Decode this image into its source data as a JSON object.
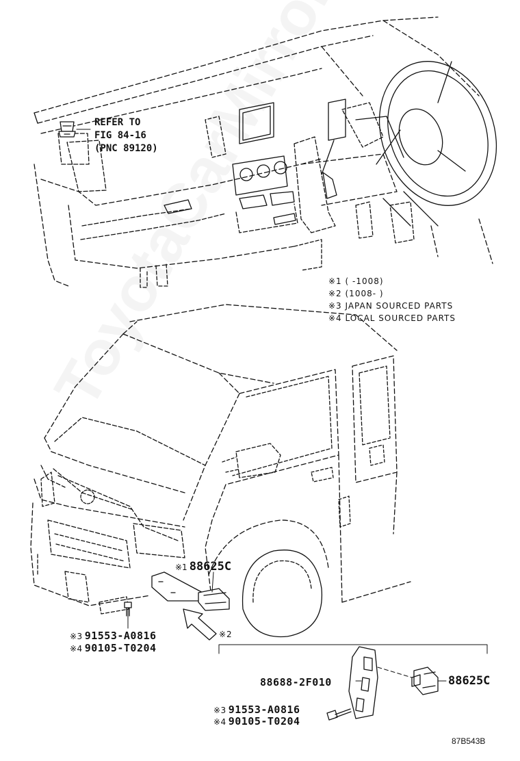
{
  "watermark": "ToyotaCarMirror.ru",
  "reference": {
    "line1": "REFER TO",
    "line2": "FIG 84-16",
    "line3": "(PNC 89120)"
  },
  "legend": {
    "note1": "※1 (    -1008)",
    "note2": "※2 (1008-    )",
    "note3": "※3 JAPAN SOURCED PARTS",
    "note4": "※4 LOCAL SOURCED PARTS"
  },
  "parts": {
    "sensor_top": {
      "mark": "※1",
      "number": "88625C"
    },
    "bolt_japan": {
      "mark": "※3",
      "number": "91553-A0816"
    },
    "bolt_local": {
      "mark": "※4",
      "number": "90105-T0204"
    },
    "arrow_mark": "※2",
    "bracket": {
      "number": "88688-2F010"
    },
    "sensor_detail": {
      "number": "88625C"
    },
    "detail_bolt_japan": {
      "mark": "※3",
      "number": "91553-A0816"
    },
    "detail_bolt_local": {
      "mark": "※4",
      "number": "90105-T0204"
    }
  },
  "figure_id": "87B543B",
  "colors": {
    "line": "#111111",
    "background": "#ffffff"
  }
}
